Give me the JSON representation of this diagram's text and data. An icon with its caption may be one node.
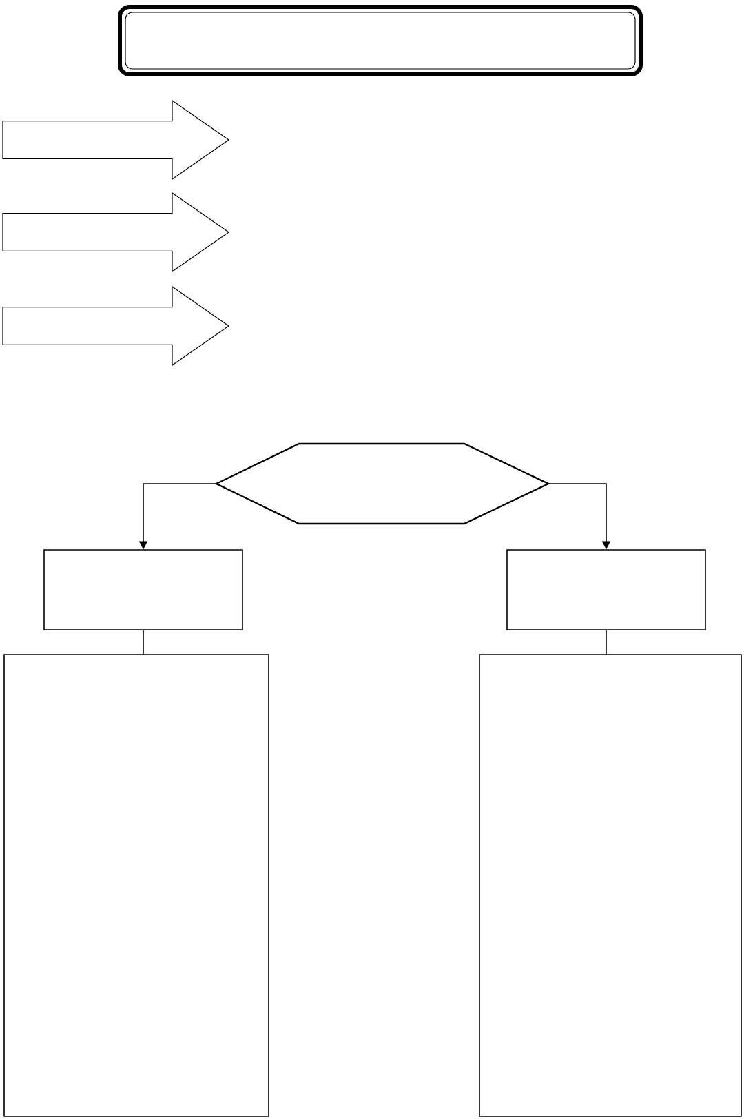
{
  "diagram": {
    "nodes": [
      {
        "text": [],
        "shape": "banner"
      },
      {
        "text": [],
        "shape": "hexagon"
      },
      {
        "text": [],
        "shape": "box"
      },
      {
        "text": [],
        "shape": "box"
      },
      {
        "text": [],
        "shape": "box"
      },
      {
        "text": [],
        "shape": "box"
      }
    ],
    "edges": [
      {
        "from": 1,
        "to": 2,
        "arrow": "to"
      },
      {
        "from": 1,
        "to": 3,
        "arrow": "to"
      },
      {
        "from": 2,
        "to": 4,
        "arrow": "none"
      },
      {
        "from": 3,
        "to": 5,
        "arrow": "none"
      }
    ]
  }
}
